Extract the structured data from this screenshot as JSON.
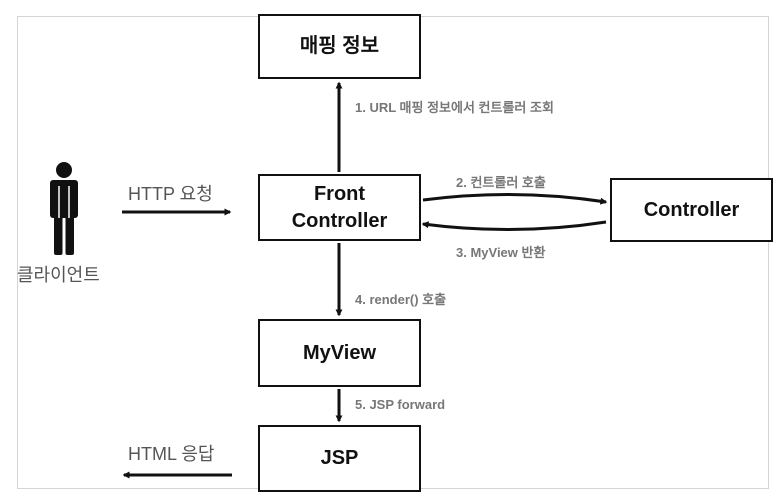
{
  "nodes": {
    "mapping_info": "매핑 정보",
    "front_controller_line1": "Front",
    "front_controller_line2": "Controller",
    "controller": "Controller",
    "myview": "MyView",
    "jsp": "JSP"
  },
  "client": {
    "label": "클라이언트",
    "icon": "person-icon"
  },
  "edges": {
    "http_request": "HTTP 요청",
    "html_response": "HTML 응답",
    "step1": "1. URL 매핑 정보에서 컨트롤러 조회",
    "step2": "2. 컨트롤러 호출",
    "step3": "3. MyView 반환",
    "step4": "4. render() 호출",
    "step5": "5. JSP forward"
  },
  "colors": {
    "box_border": "#111111",
    "edge_label": "#777777",
    "side_label": "#555555",
    "frame_border": "#d4d4d4"
  }
}
